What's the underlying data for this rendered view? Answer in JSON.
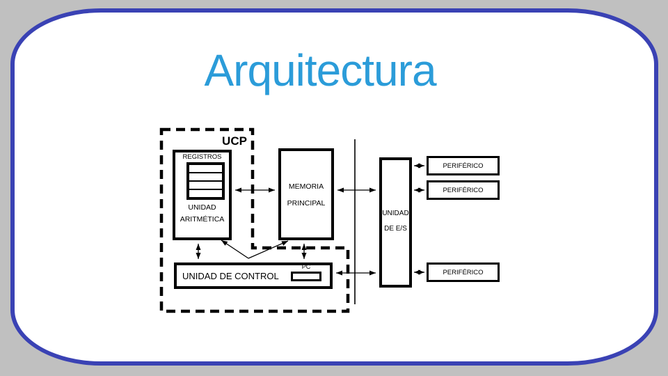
{
  "slide": {
    "title": "Arquitectura"
  },
  "colors": {
    "canvas_background": "#C0C0C0",
    "frame_border": "#3A42B4",
    "slide_background": "#FFFFFF",
    "title_text": "#2B9CD9",
    "diagram_ink": "#000000"
  },
  "diagram": {
    "ucp_label": "UCP",
    "arithmetic_unit": {
      "registers_label": "REGISTROS",
      "name_line1": "UNIDAD",
      "name_line2": "ARITMÉTICA"
    },
    "memory": {
      "name_line1": "MEMORIA",
      "name_line2": "PRINCIPAL"
    },
    "control_unit": {
      "label": "UNIDAD DE CONTROL",
      "pc_label": "PC"
    },
    "io_unit": {
      "name_line1": "UNIDAD",
      "name_line2": "DE E/S"
    },
    "peripherals": [
      {
        "label": "PERIFÉRICO"
      },
      {
        "label": "PERIFÉRICO"
      },
      {
        "label": "PERIFÉRICO"
      }
    ]
  }
}
